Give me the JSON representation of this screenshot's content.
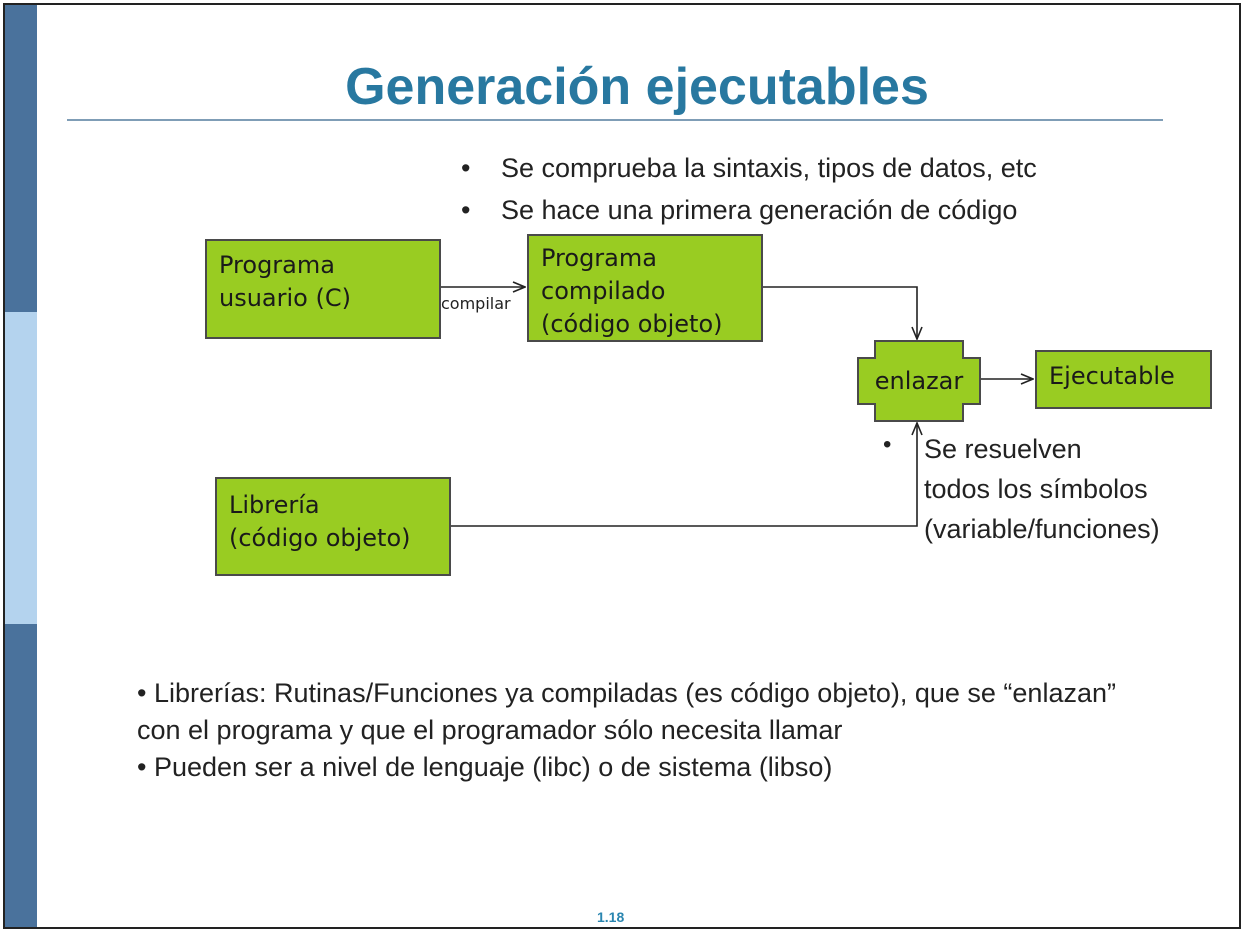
{
  "slide": {
    "title": "Generación ejecutables",
    "page_number": "1.18"
  },
  "top_bullets": [
    "Se comprueba la sintaxis, tipos de datos, etc",
    "Se hace una primera generación de código"
  ],
  "diagram": {
    "programa_usuario": "Programa\nusuario (C)",
    "compilar_label": "compilar",
    "programa_compilado": "Programa\ncompilado\n(código objeto)",
    "enlazar": "enlazar",
    "ejecutable": "Ejecutable",
    "libreria": "Librería\n(código objeto)",
    "enlazar_note": "Se resuelven\ntodos los símbolos\n(variable/funciones)"
  },
  "bottom_bullets": [
    "Librerías: Rutinas/Funciones ya compiladas (es código objeto), que se “enlazan” con el  programa y que el programador sólo necesita llamar",
    "Pueden ser a nivel de lenguaje (libc) o de sistema (libso)"
  ],
  "colors": {
    "title": "#2878a0",
    "box_fill": "#99cc22",
    "band_dark": "#4a729c",
    "band_light": "#b4d3ee"
  }
}
